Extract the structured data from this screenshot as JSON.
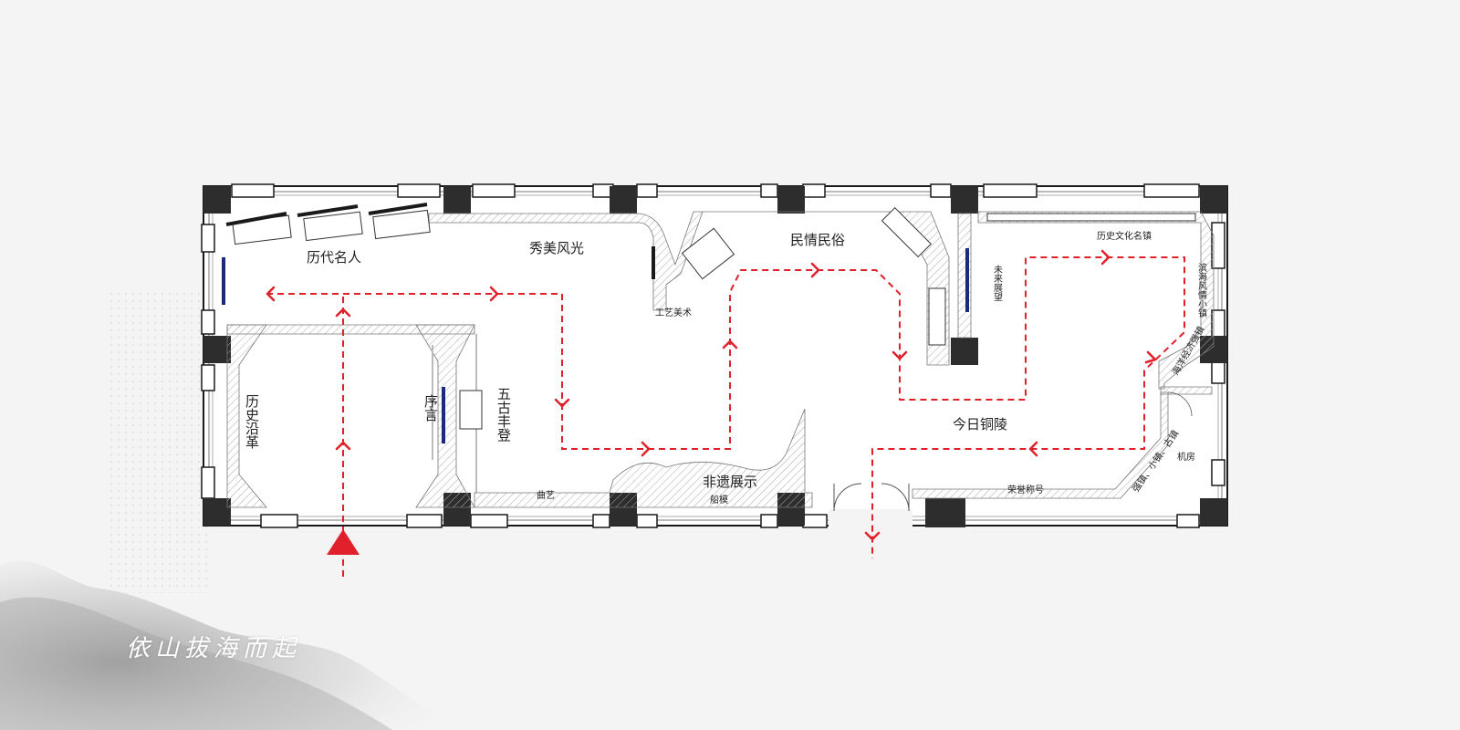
{
  "slogan": "依山拔海而起",
  "labels": {
    "lidai_mingren": "历代名人",
    "xiumei_fengguang": "秀美风光",
    "minqing_minsu": "民情民俗",
    "lishi_wenhua_mingzhen": "历史文化名镇",
    "binhai_fengqing_xiaozhen": "滨海风情小镇",
    "haiyang_jingji_qiangzhen": "海洋经济强镇",
    "weilai_zhanwang": "未来展望",
    "gongyi_meishu": "工艺美术",
    "lishi_yange": "历史沿革",
    "xuyan": "序言",
    "wugu_fengdeng": "五古丰登",
    "quyi": "曲艺",
    "feiyi_zhanshi": "非遗展示",
    "chuanmo": "船模",
    "jinri_tongling": "今日铜陵",
    "rongyu_chenghao": "荣誉称号",
    "qiangzhen_xiaozhen_guzhen": "强镇、小镇、古镇",
    "jifang": "机房"
  },
  "colors": {
    "route": "#e0202a",
    "wall": "#1a1a1a",
    "column": "#333333",
    "panel": "#1c2a7a",
    "background": "#f4f4f4"
  },
  "icons": {
    "entrance": "entrance-triangle-icon",
    "route_arrow": "chevron-arrow-icon"
  }
}
